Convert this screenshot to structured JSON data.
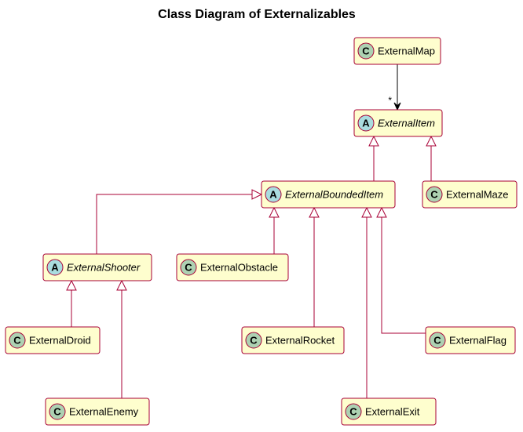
{
  "title": "Class Diagram of Externalizables",
  "colors": {
    "class_fill": "#fefece",
    "border": "#a80036",
    "badge_class": "#add1b2",
    "badge_abstract": "#a9dcdf"
  },
  "classes": [
    {
      "id": "ExternalMap",
      "name": "ExternalMap",
      "stereotype": "C",
      "abstract": false
    },
    {
      "id": "ExternalItem",
      "name": "ExternalItem",
      "stereotype": "A",
      "abstract": true
    },
    {
      "id": "ExternalBoundedItem",
      "name": "ExternalBoundedItem",
      "stereotype": "A",
      "abstract": true
    },
    {
      "id": "ExternalMaze",
      "name": "ExternalMaze",
      "stereotype": "C",
      "abstract": false
    },
    {
      "id": "ExternalShooter",
      "name": "ExternalShooter",
      "stereotype": "A",
      "abstract": true
    },
    {
      "id": "ExternalObstacle",
      "name": "ExternalObstacle",
      "stereotype": "C",
      "abstract": false
    },
    {
      "id": "ExternalDroid",
      "name": "ExternalDroid",
      "stereotype": "C",
      "abstract": false
    },
    {
      "id": "ExternalRocket",
      "name": "ExternalRocket",
      "stereotype": "C",
      "abstract": false
    },
    {
      "id": "ExternalFlag",
      "name": "ExternalFlag",
      "stereotype": "C",
      "abstract": false
    },
    {
      "id": "ExternalEnemy",
      "name": "ExternalEnemy",
      "stereotype": "C",
      "abstract": false
    },
    {
      "id": "ExternalExit",
      "name": "ExternalExit",
      "stereotype": "C",
      "abstract": false
    }
  ],
  "relations": [
    {
      "type": "association",
      "from": "ExternalMap",
      "to": "ExternalItem",
      "multiplicity": "*"
    },
    {
      "type": "generalization",
      "child": "ExternalBoundedItem",
      "parent": "ExternalItem"
    },
    {
      "type": "generalization",
      "child": "ExternalMaze",
      "parent": "ExternalItem"
    },
    {
      "type": "generalization",
      "child": "ExternalShooter",
      "parent": "ExternalBoundedItem"
    },
    {
      "type": "generalization",
      "child": "ExternalObstacle",
      "parent": "ExternalBoundedItem"
    },
    {
      "type": "generalization",
      "child": "ExternalRocket",
      "parent": "ExternalBoundedItem"
    },
    {
      "type": "generalization",
      "child": "ExternalExit",
      "parent": "ExternalBoundedItem"
    },
    {
      "type": "generalization",
      "child": "ExternalFlag",
      "parent": "ExternalBoundedItem"
    },
    {
      "type": "generalization",
      "child": "ExternalDroid",
      "parent": "ExternalShooter"
    },
    {
      "type": "generalization",
      "child": "ExternalEnemy",
      "parent": "ExternalShooter"
    }
  ]
}
